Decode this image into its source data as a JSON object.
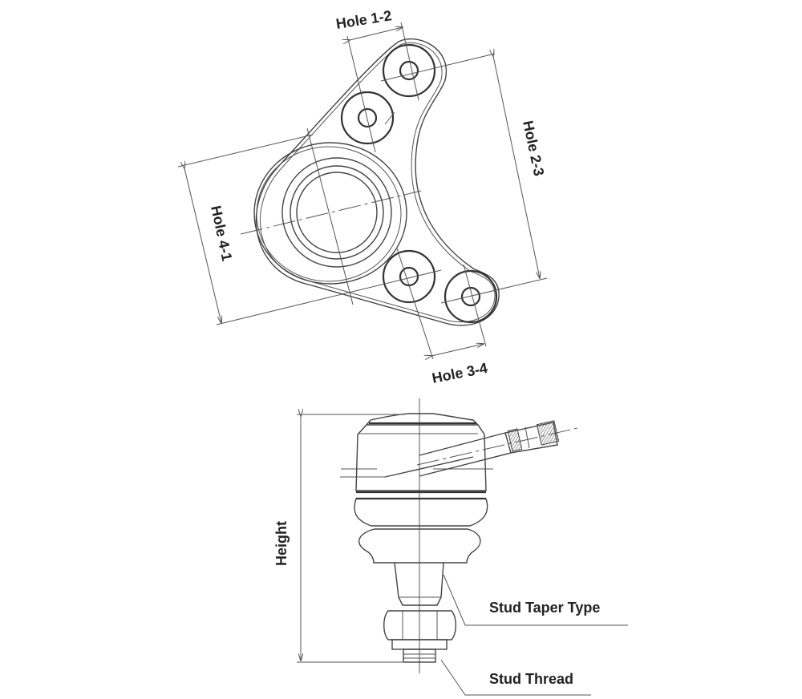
{
  "labels": {
    "hole_1_2": "Hole 1-2",
    "hole_2_3": "Hole 2-3",
    "hole_3_4": "Hole 3-4",
    "hole_4_1": "Hole 4-1",
    "height": "Height",
    "stud_taper_type": "Stud Taper Type",
    "stud_thread": "Stud Thread"
  }
}
